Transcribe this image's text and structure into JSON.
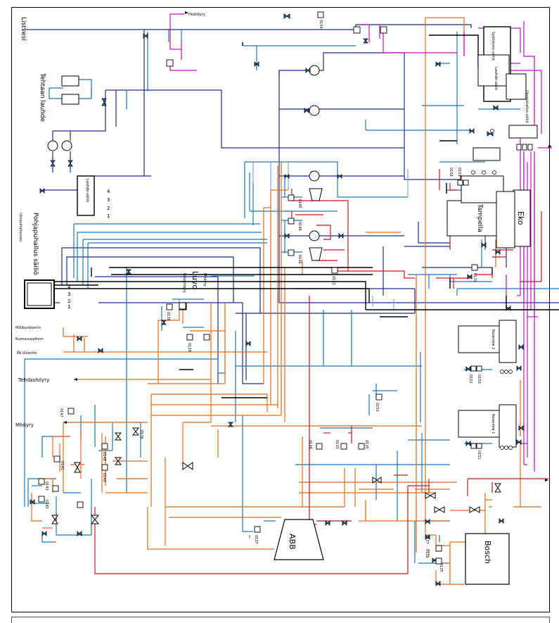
{
  "labels": {
    "listvesi": "Listvesi",
    "tehtaan_lauhde": "Tehtaan lauhde",
    "hakahoyry_top": "Hkähöyry",
    "pohjapuhallus_sailio": "Pohjapuhallus säiliö",
    "ulospuhallusvesi": "Ulospuhallusvesi",
    "lauhdesailio": "Lauhde-säiliö",
    "pohjapuhallus_1": "1",
    "pohjapuhallus_2": "2",
    "pohjapuhallus_3": "3",
    "pohjapuhallus_4": "4",
    "luvo": "Luvo",
    "paluuhoyry": "Paluuhöyry",
    "mhöyry": "Mhöyry",
    "millibunkkeriin": "Millibunkkeriin",
    "kuonasuppiloon": "Kuonasuppiloon",
    "pa_ulosotto": "PA Ulosotto",
    "tehdashoyry": "Tehdashöyry",
    "mhoyry": "Mhöyry",
    "abb": "ABB",
    "bosch": "Bosch",
    "tampella": "Tampella",
    "eko": "Eko",
    "rosenlew2": "Rosenlew 2",
    "rosenlew1": "Rosenlew 1",
    "syottovesisailio": "Syöttövesi-säiliö",
    "lauhdesailio2": "Lauhde-säiliö",
    "ulospuhallus_right": "Ulospuhallus-säiliö"
  },
  "tags": [
    "0154",
    "0138",
    "0139",
    "0132",
    "0145",
    "0144",
    "0146",
    "0147",
    "0148",
    "0149",
    "0143",
    "0142",
    "0141",
    "0136",
    "0137",
    "0134",
    "0133",
    "0135",
    "0131",
    "0127",
    "0126",
    "0125",
    "0152",
    "0150",
    "0151",
    "0153",
    "0158",
    "0159"
  ],
  "colors": {
    "feedwater": "#1d2a8c",
    "water": "#1e73b8",
    "lightwater": "#7fa8d8",
    "steam": "#e06a1a",
    "hotsteam": "#c81818",
    "blowdown": "#c010c0",
    "darkred": "#a02020",
    "equipment": "#000000"
  }
}
